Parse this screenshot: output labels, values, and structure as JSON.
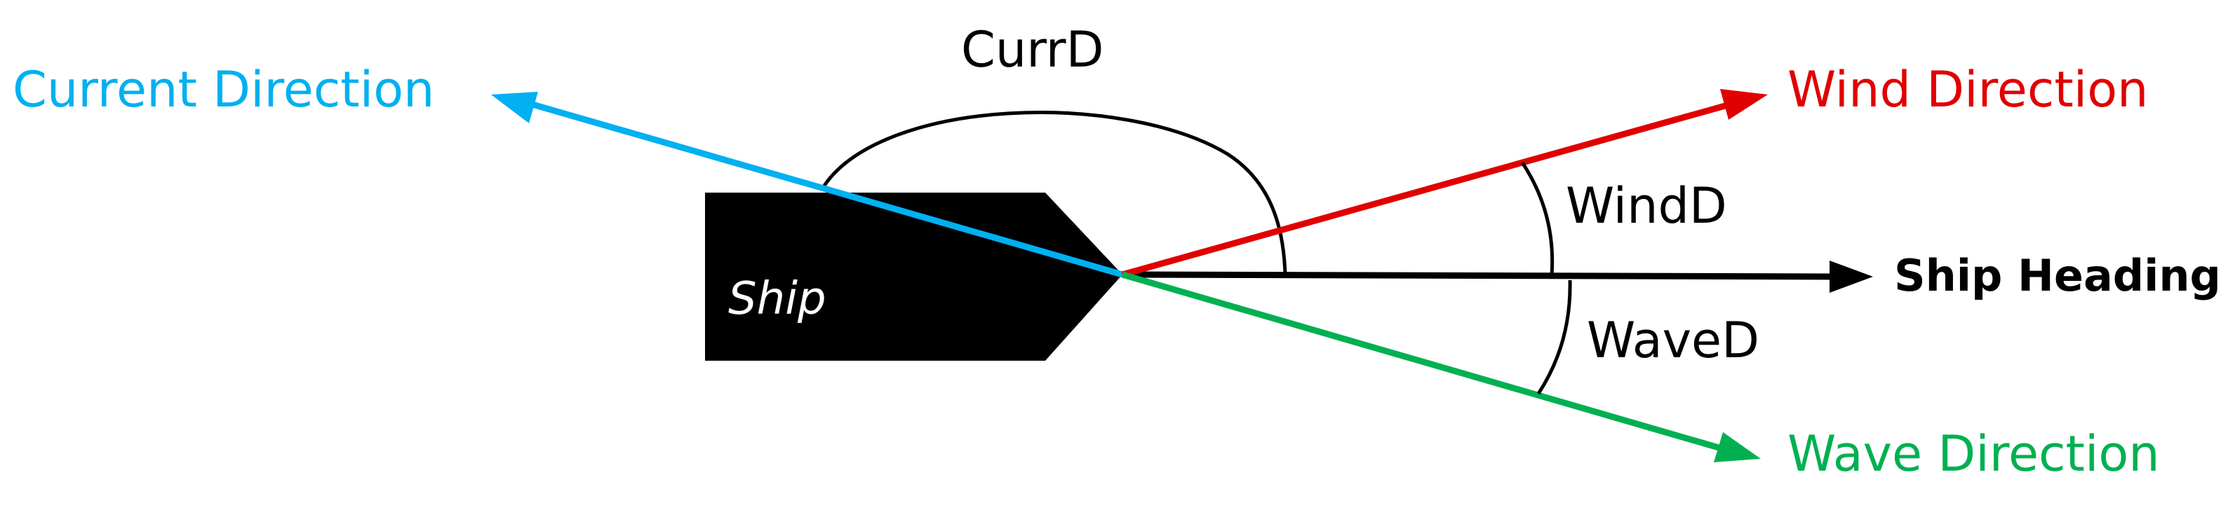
{
  "diagram": {
    "ship_label": "Ship",
    "heading_label": "Ship Heading",
    "current_label": "Current Direction",
    "wind_label": "Wind Direction",
    "wave_label": "Wave Direction",
    "curr_angle_label": "CurrD",
    "wind_angle_label": "WindD",
    "wave_angle_label": "WaveD"
  },
  "colors": {
    "ship": "#000000",
    "heading": "#000000",
    "current": "#00b0f0",
    "wind": "#e00000",
    "wave": "#00b050"
  }
}
